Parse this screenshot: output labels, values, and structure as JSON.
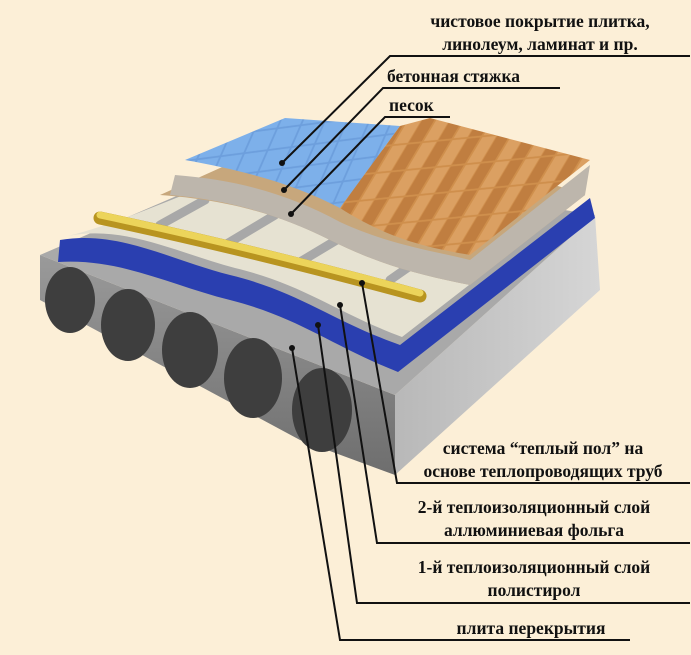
{
  "labels": {
    "finish": {
      "line1": "чистовое покрытие плитка,",
      "line2": "линолеум, ламинат и пр."
    },
    "screed": "бетонная стяжка",
    "sand": "песок",
    "heating": {
      "line1": "система “теплый пол” на",
      "line2": "основе теплопроводящих труб"
    },
    "foil": {
      "line1": "2-й теплоизоляционный слой",
      "line2": "аллюминиевая фольга"
    },
    "polystyrene": {
      "line1": "1-й теплоизоляционный слой",
      "line2": "полистирол"
    },
    "slab": "плита перекрытия"
  },
  "colors": {
    "background": "#fcefd7",
    "insulation": "#2a3fb0",
    "pipe": "#e3c640",
    "slab": "#8c8c8c",
    "tiles": "#6a9ad8",
    "parquet": "#c98a4a",
    "sand": "#c7a77c"
  }
}
